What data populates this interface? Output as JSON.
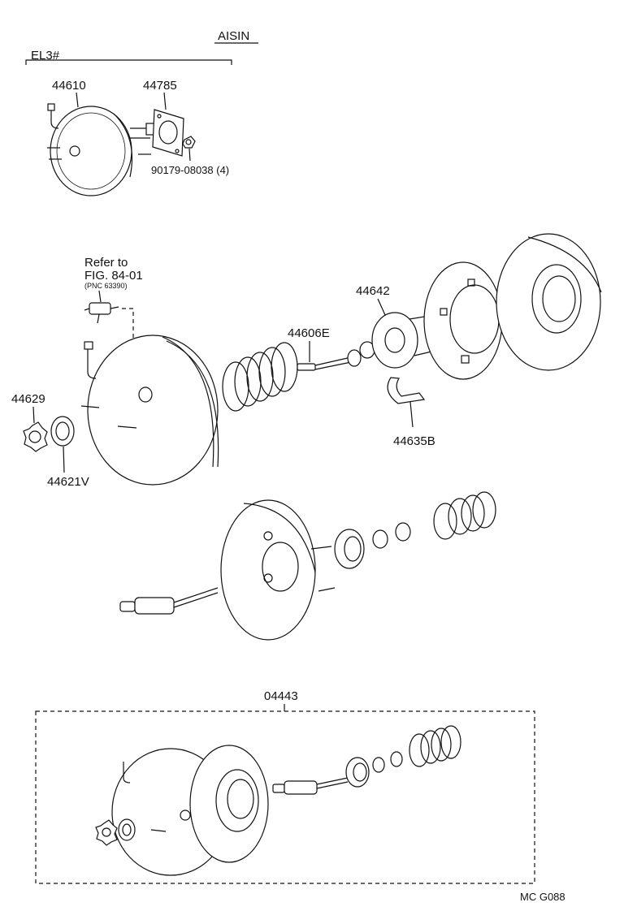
{
  "header": {
    "brand": "AISIN",
    "variant": "EL3#"
  },
  "top_group": {
    "parts": {
      "booster": "44610",
      "gasket": "44785",
      "nut": "90179-08038 (4)"
    }
  },
  "reference": {
    "line1": "Refer to",
    "line2": "FIG. 84-01",
    "line3": "(PNC 63390)"
  },
  "exploded_parts": {
    "p44629": "44629",
    "p44621v": "44621V",
    "p44606e": "44606E",
    "p44642": "44642",
    "p44635b": "44635B"
  },
  "kit": {
    "label": "04443"
  },
  "footer": {
    "code": "MC  G088"
  }
}
